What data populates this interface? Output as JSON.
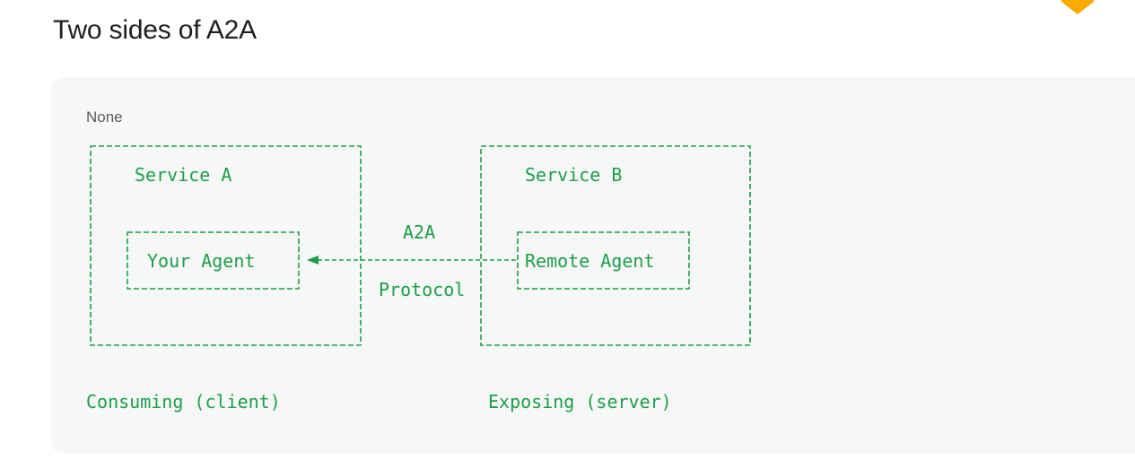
{
  "page": {
    "title": "Two sides of A2A"
  },
  "code_block": {
    "language_label": "None",
    "service_a": {
      "title": "Service A",
      "agent_label": "Your Agent",
      "caption": "Consuming (client)"
    },
    "service_b": {
      "title": "Service B",
      "agent_label": "Remote Agent",
      "caption": "Exposing (server)"
    },
    "link": {
      "top_label": "A2A",
      "bottom_label": "Protocol"
    }
  },
  "colors": {
    "diagram_text": "#1e9e4a",
    "code_background": "#f6f7f7",
    "title_text": "#1f1f1f",
    "badge": "#f9ab00"
  },
  "icons": {
    "corner_badge": "bookmark-badge-icon"
  }
}
